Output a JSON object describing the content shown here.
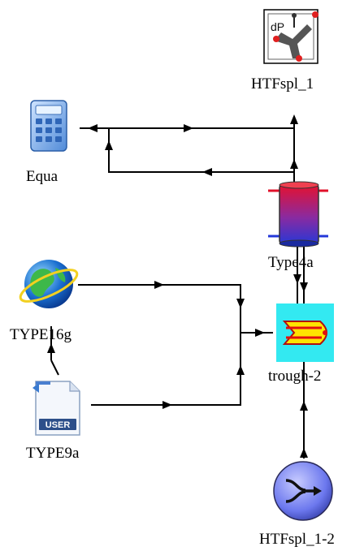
{
  "components": {
    "htfspl_1": {
      "label": "HTFspl_1",
      "icon": "splitter-icon"
    },
    "equa": {
      "label": "Equa",
      "icon": "calculator-icon"
    },
    "type4a": {
      "label": "Type4a",
      "icon": "storage-tank-icon"
    },
    "type16g": {
      "label": "TYPE16g",
      "icon": "globe-icon"
    },
    "trough2": {
      "label": "trough-2",
      "icon": "solar-trough-icon"
    },
    "type9a": {
      "label": "TYPE9a",
      "icon": "data-file-icon",
      "badge": "USER"
    },
    "htfspl_1_2": {
      "label": "HTFspl_1-2",
      "icon": "mixer-icon"
    }
  },
  "colors": {
    "link": "#000000",
    "trough_bg": "#33e9f1",
    "trough_body": "#ffe400",
    "trough_accent": "#e01010",
    "tank_top": "#e0102a",
    "tank_bottom": "#2a3ad8",
    "mixer": "#6c78ee"
  }
}
